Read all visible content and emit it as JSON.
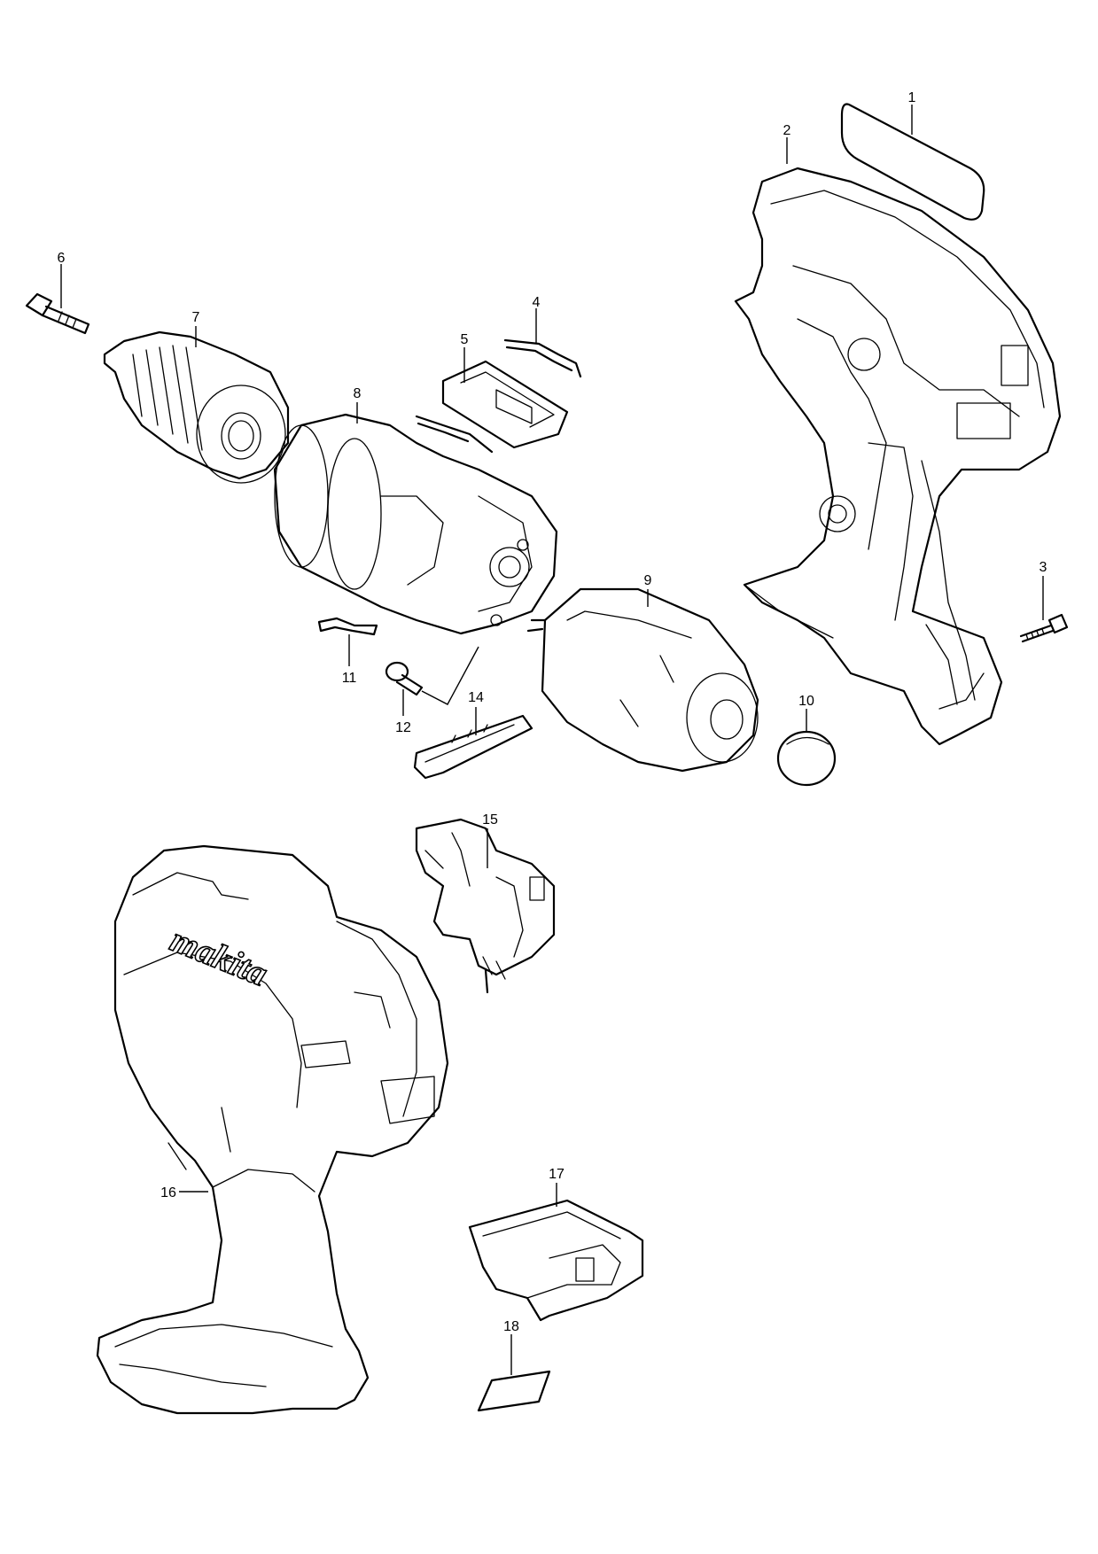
{
  "callouts": [
    {
      "id": "1",
      "label": "1",
      "part": "label-plate"
    },
    {
      "id": "2",
      "label": "2",
      "part": "housing-set"
    },
    {
      "id": "3",
      "label": "3",
      "part": "tapping-screw"
    },
    {
      "id": "4",
      "label": "4",
      "part": "compression-spring"
    },
    {
      "id": "5",
      "label": "5",
      "part": "change-lever"
    },
    {
      "id": "6",
      "label": "6",
      "part": "chuck-screw"
    },
    {
      "id": "7",
      "label": "7",
      "part": "keyless-drill-chuck"
    },
    {
      "id": "8",
      "label": "8",
      "part": "gear-assembly"
    },
    {
      "id": "9",
      "label": "9",
      "part": "dc-motor"
    },
    {
      "id": "10",
      "label": "10",
      "part": "rubber-pin"
    },
    {
      "id": "11",
      "label": "11",
      "part": "leaf-spring"
    },
    {
      "id": "12",
      "label": "12",
      "part": "pan-head-screw"
    },
    {
      "id": "14",
      "label": "14",
      "part": "led-circuit"
    },
    {
      "id": "15",
      "label": "15",
      "part": "switch"
    },
    {
      "id": "16",
      "label": "16",
      "part": "housing-shell"
    },
    {
      "id": "17",
      "label": "17",
      "part": "terminal"
    },
    {
      "id": "18",
      "label": "18",
      "part": "name-plate"
    }
  ],
  "brand_logo": "makita"
}
